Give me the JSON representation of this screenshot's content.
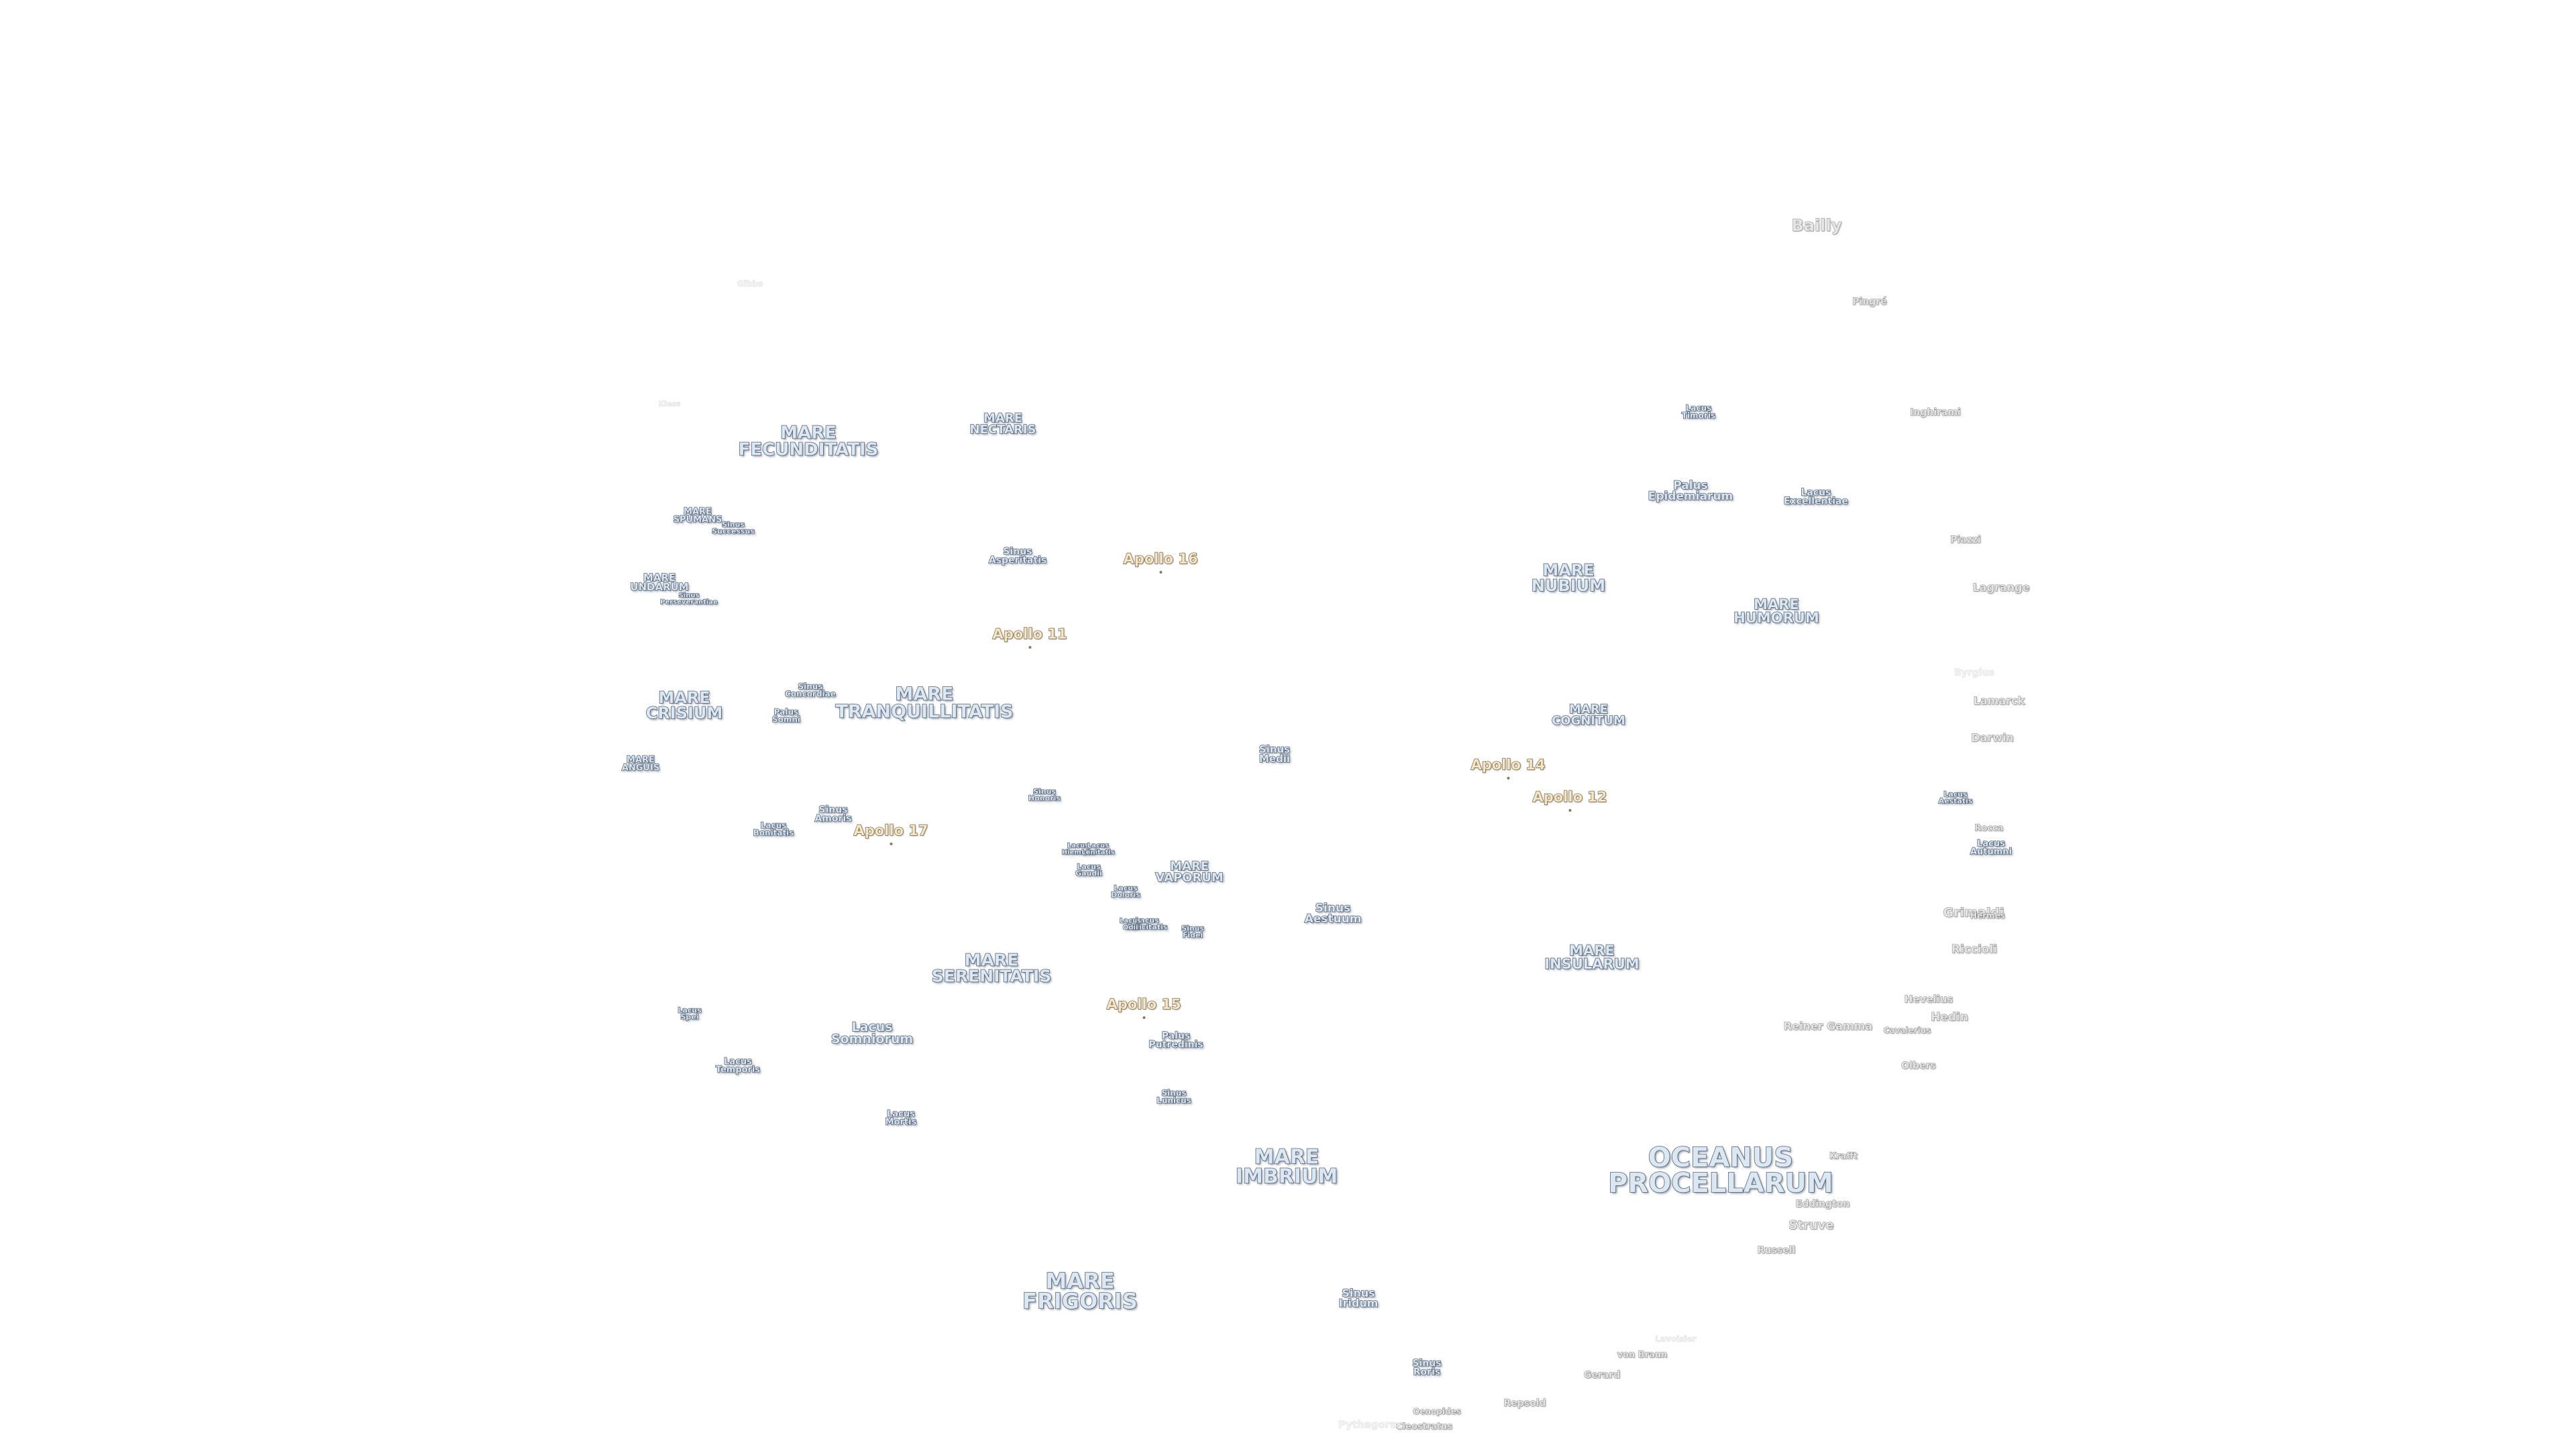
{
  "map": {
    "style": {
      "mare_fill": "#dbe7f3",
      "mare_stroke": "#56677a",
      "crater_fill": "#e6e6e6",
      "crater_stroke": "#8a8a8a",
      "apollo_fill": "#f7e6c4",
      "apollo_stroke": "#6d5e45",
      "background": "#ffffff"
    },
    "maria": [
      {
        "id": "oceanus-procellarum",
        "text": "OCEANUS\nPROCELLARUM"
      },
      {
        "id": "mare-frigoris",
        "text": "MARE\nFRIGORIS"
      },
      {
        "id": "mare-imbrium",
        "text": "MARE\nIMBRIUM"
      },
      {
        "id": "mare-serenitatis",
        "text": "MARE\nSERENITATIS"
      },
      {
        "id": "mare-tranquillitatis",
        "text": "MARE\nTRANQUILLITATIS"
      },
      {
        "id": "mare-fecunditatis",
        "text": "MARE\nFECUNDITATIS"
      },
      {
        "id": "mare-crisium",
        "text": "MARE\nCRISIUM"
      },
      {
        "id": "mare-nubium",
        "text": "MARE\nNUBIUM"
      },
      {
        "id": "mare-humorum",
        "text": "MARE\nHUMORUM"
      },
      {
        "id": "mare-cognitum",
        "text": "MARE\nCOGNITUM"
      },
      {
        "id": "mare-insularum",
        "text": "MARE\nINSULARUM"
      },
      {
        "id": "mare-vaporum",
        "text": "MARE\nVAPORUM"
      },
      {
        "id": "mare-nectaris",
        "text": "MARE\nNECTARIS"
      },
      {
        "id": "mare-spumans",
        "text": "MARE\nSPUMANS"
      },
      {
        "id": "mare-undarum",
        "text": "MARE\nUNDARUM"
      },
      {
        "id": "mare-anguis",
        "text": "MARE\nANGUIS"
      },
      {
        "id": "sinus-successus",
        "text": "Sinus\nSuccessus"
      },
      {
        "id": "sinus-perseverantiae",
        "text": "Sinus\nPerseverantiae"
      },
      {
        "id": "sinus-asperitatis",
        "text": "Sinus\nAsperitatis"
      },
      {
        "id": "sinus-concordiae",
        "text": "Sinus\nConcordiae"
      },
      {
        "id": "palus-somni",
        "text": "Palus\nSomni"
      },
      {
        "id": "sinus-amoris",
        "text": "Sinus\nAmoris"
      },
      {
        "id": "lacus-bonitatis",
        "text": "Lacus\nBonitatis"
      },
      {
        "id": "sinus-honoris",
        "text": "Sinus\nHonoris"
      },
      {
        "id": "sinus-medii",
        "text": "Sinus\nMedii"
      },
      {
        "id": "sinus-aestuum",
        "text": "Sinus\nAestuum"
      },
      {
        "id": "lacus-timoris",
        "text": "Lacus\nTimoris"
      },
      {
        "id": "palus-epidemiarum",
        "text": "Palus\nEpidemiarum"
      },
      {
        "id": "lacus-excellentiae",
        "text": "Lacus\nExcellentiae"
      },
      {
        "id": "lacus-hiemalis",
        "text": "Lacus\nHiemalis"
      },
      {
        "id": "lacus-lenitatis",
        "text": "Lacus\nLenitatis"
      },
      {
        "id": "lacus-gaudii",
        "text": "Lacus\nGaudii"
      },
      {
        "id": "lacus-doloris",
        "text": "Lacus\nDoloris"
      },
      {
        "id": "lacus-felicitatis",
        "text": "Lacus\nFelicitatis"
      },
      {
        "id": "lacus-odii",
        "text": "Lacus\nOdii"
      },
      {
        "id": "sinus-fidei",
        "text": "Sinus\nFidei"
      },
      {
        "id": "lacus-spei",
        "text": "Lacus\nSpei"
      },
      {
        "id": "lacus-temporis",
        "text": "Lacus\nTemporis"
      },
      {
        "id": "lacus-somniorum",
        "text": "Lacus\nSomniorum"
      },
      {
        "id": "palus-putredinis",
        "text": "Palus\nPutredinis"
      },
      {
        "id": "sinus-lunicus",
        "text": "Sinus\nLunicus"
      },
      {
        "id": "lacus-mortis",
        "text": "Lacus\nMortis"
      },
      {
        "id": "sinus-iridum",
        "text": "Sinus\nIridum"
      },
      {
        "id": "sinus-roris",
        "text": "Sinus\nRoris"
      },
      {
        "id": "lacus-autumni",
        "text": "Lacus\nAutumni"
      },
      {
        "id": "lacus-aestatis",
        "text": "Lacus\nAestatis"
      }
    ],
    "apollo_sites": [
      {
        "id": "apollo-11",
        "text": "Apollo 11"
      },
      {
        "id": "apollo-12",
        "text": "Apollo 12"
      },
      {
        "id": "apollo-14",
        "text": "Apollo 14"
      },
      {
        "id": "apollo-15",
        "text": "Apollo 15"
      },
      {
        "id": "apollo-16",
        "text": "Apollo 16"
      },
      {
        "id": "apollo-17",
        "text": "Apollo 17"
      }
    ],
    "craters": [
      {
        "id": "bailly",
        "text": "Bailly"
      },
      {
        "id": "pingre",
        "text": "Pingré"
      },
      {
        "id": "inghirami",
        "text": "Inghirami"
      },
      {
        "id": "piazzi",
        "text": "Piazzi"
      },
      {
        "id": "lagrange",
        "text": "Lagrange"
      },
      {
        "id": "byrgius",
        "text": "Byrgius"
      },
      {
        "id": "lamarck",
        "text": "Lamarck"
      },
      {
        "id": "darwin",
        "text": "Darwin"
      },
      {
        "id": "rocca",
        "text": "Rocca"
      },
      {
        "id": "grimaldi",
        "text": "Grimaldi"
      },
      {
        "id": "riccioli",
        "text": "Riccioli"
      },
      {
        "id": "hevelius",
        "text": "Hevelius"
      },
      {
        "id": "cavalerius",
        "text": "Cavalerius"
      },
      {
        "id": "hedin",
        "text": "Hedin"
      },
      {
        "id": "olbers",
        "text": "Olbers"
      },
      {
        "id": "reiner-gamma",
        "text": "Reiner Gamma"
      },
      {
        "id": "krafft",
        "text": "Krafft"
      },
      {
        "id": "eddington",
        "text": "Eddington"
      },
      {
        "id": "struve",
        "text": "Struve"
      },
      {
        "id": "russell",
        "text": "Russell"
      },
      {
        "id": "lavoisier",
        "text": "Lavoisier"
      },
      {
        "id": "von-braun",
        "text": "von Braun"
      },
      {
        "id": "gerard",
        "text": "Gerard"
      },
      {
        "id": "repsold",
        "text": "Repsold"
      },
      {
        "id": "oenopides",
        "text": "Oenopides"
      },
      {
        "id": "cleostratus",
        "text": "Cleostratus"
      },
      {
        "id": "pythagoras",
        "text": "Pythagoras"
      },
      {
        "id": "gibbs",
        "text": "Gibbs"
      },
      {
        "id": "kiess",
        "text": "Kiess"
      },
      {
        "id": "hermes",
        "text": "Hermes"
      }
    ]
  }
}
